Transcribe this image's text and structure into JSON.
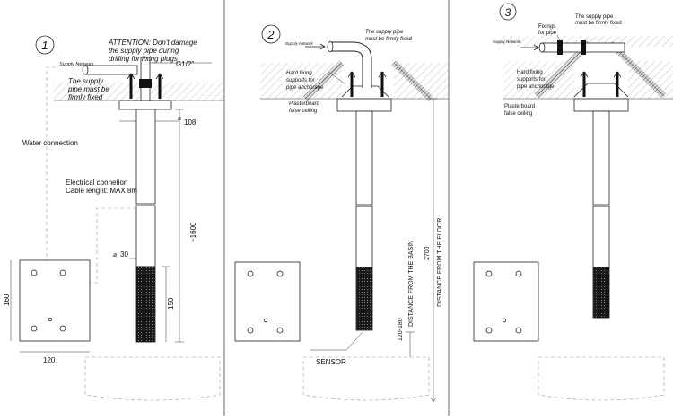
{
  "panels": [
    {
      "number": "1",
      "labels": {
        "supply_network": "Supply Network",
        "attention_1": "ATTENTION: Don't damage",
        "attention_2": "the supply pipe during",
        "attention_3": "drilling for fixing plugs",
        "thread": "G1/2\"",
        "fixed_1": "The supply",
        "fixed_2": "pipe must be",
        "fixed_3": "firmly fixed",
        "diam_108": "108",
        "water": "Water connection",
        "elec_1": "Electrical connetion",
        "elec_2": "Cable lenght: MAX 8m",
        "len_1600": "~1600",
        "diam_30": "30",
        "dim_160": "160",
        "dim_150": "150",
        "dim_120": "120"
      }
    },
    {
      "number": "2",
      "labels": {
        "supply_network": "Supply network",
        "fixed_1": "The supply pipe",
        "fixed_2": "must be firmly fixed",
        "hard_1": "Hard fixing",
        "hard_2": "supports for",
        "hard_3": "pipe anchorage",
        "plaster_1": "Plasterboard",
        "plaster_2": "false ceiling",
        "basin_val": "120-180",
        "basin_txt": "DISTANCE FROM THE BASIN",
        "floor_val": "2700",
        "floor_txt": "DISTANCE FROM THE FLOOR",
        "sensor": "SENSOR"
      }
    },
    {
      "number": "3",
      "labels": {
        "fixings_1": "Fixings",
        "fixings_2": "for pipe",
        "fixed_1": "The supply pipe",
        "fixed_2": "must be firmly fixed",
        "supply_network": "Supply Network",
        "hard_1": "Hard fixing",
        "hard_2": "supports for",
        "hard_3": "pipe anchorage",
        "plaster_1": "Plasterboard",
        "plaster_2": "false ceiling"
      }
    }
  ]
}
